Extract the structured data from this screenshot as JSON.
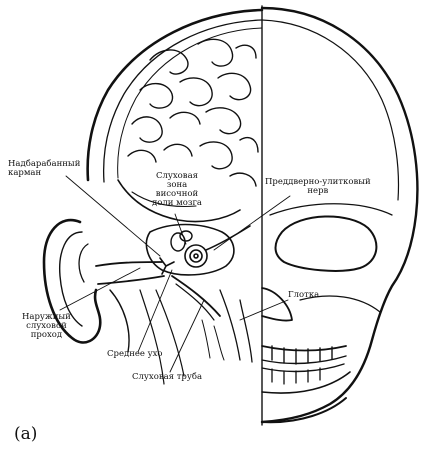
{
  "figure": {
    "panel_letter": "(a)",
    "labels": {
      "epitympanic_recess": "Надбарабанный\nкарман",
      "auditory_zone": "Слуховая\nзона\nвисочной\nдоли мозга",
      "vestibulocochlear_nerve": "Преддверно-улитковый\nнерв",
      "pharynx": "Глотка",
      "external_auditory_canal": "Наружный\nслуховой\nпроход",
      "middle_ear": "Среднее ухо",
      "eustachian_tube": "Слуховая труба"
    },
    "colors": {
      "ink": "#111111",
      "paper": "#ffffff"
    }
  }
}
